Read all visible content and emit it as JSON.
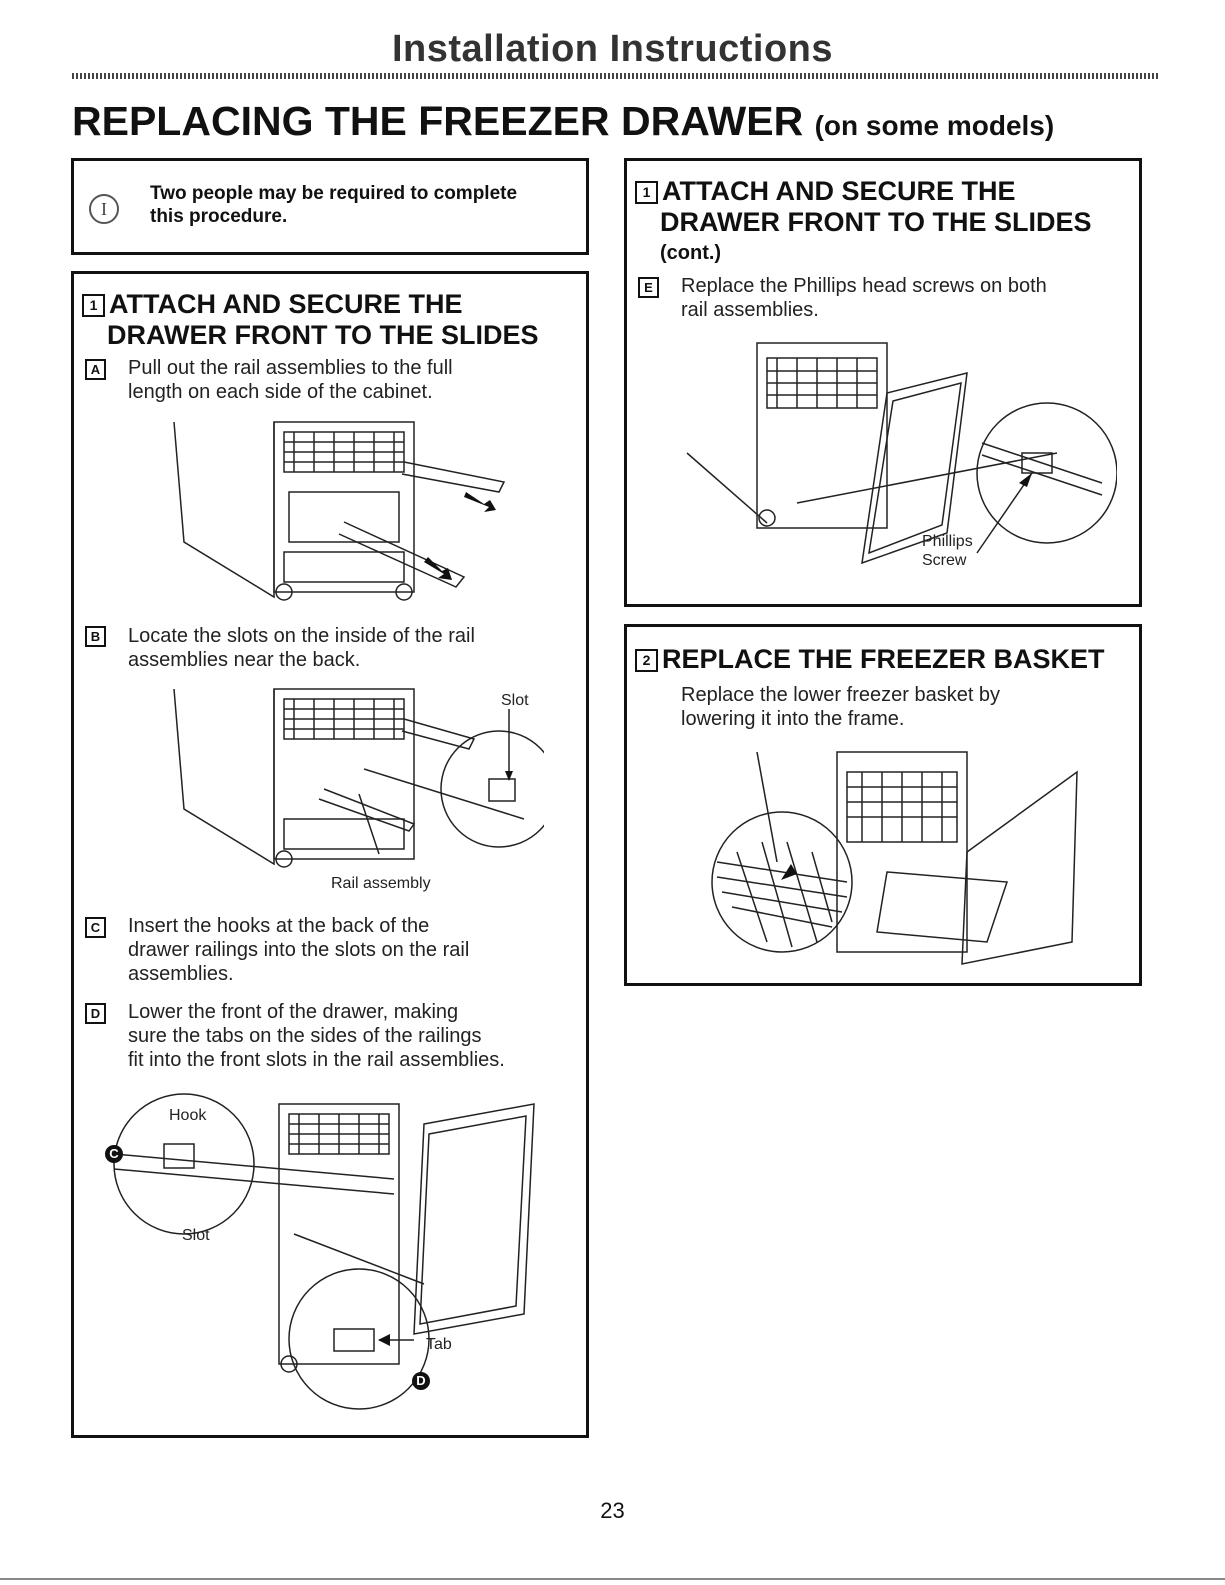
{
  "header": {
    "title": "Installation Instructions"
  },
  "page": {
    "title": "REPLACING THE FREEZER DRAWER",
    "subtitle": "(on some models)",
    "page_number": "23"
  },
  "notice": {
    "icon": "info-icon",
    "icon_glyph": "I",
    "text_line1": "Two people may be required to complete",
    "text_line2": "this procedure."
  },
  "step1": {
    "number": "1",
    "heading_line1": "ATTACH AND SECURE THE",
    "heading_line2": "DRAWER FRONT TO THE SLIDES",
    "a": {
      "letter": "A",
      "line1": "Pull out the rail assemblies to the full",
      "line2": "length on each side of the cabinet."
    },
    "b": {
      "letter": "B",
      "line1": "Locate the slots on the inside of the rail",
      "line2": "assemblies near the back.",
      "label_slot": "Slot",
      "label_rail": "Rail assembly"
    },
    "c": {
      "letter": "C",
      "line1": "Insert the hooks at the back of the",
      "line2": "drawer railings into the slots on the rail",
      "line3": "assemblies."
    },
    "d": {
      "letter": "D",
      "line1": "Lower the front of the drawer, making",
      "line2": "sure the tabs on the sides of the railings",
      "line3": "fit into the front slots in the rail assemblies.",
      "label_hook": "Hook",
      "label_slot": "Slot",
      "label_tab": "Tab",
      "marker_c": "C",
      "marker_d": "D"
    }
  },
  "step1cont": {
    "number": "1",
    "heading_line1": "ATTACH AND SECURE THE",
    "heading_line2": "DRAWER FRONT TO THE SLIDES",
    "heading_line3": "(cont.)",
    "e": {
      "letter": "E",
      "line1": "Replace the Phillips head screws on both",
      "line2": "rail assemblies.",
      "label_phillips": "Phillips",
      "label_screw": "Screw"
    }
  },
  "step2": {
    "number": "2",
    "heading": "REPLACE THE FREEZER BASKET",
    "line1": "Replace the lower freezer basket by",
    "line2": "lowering it into the frame."
  }
}
